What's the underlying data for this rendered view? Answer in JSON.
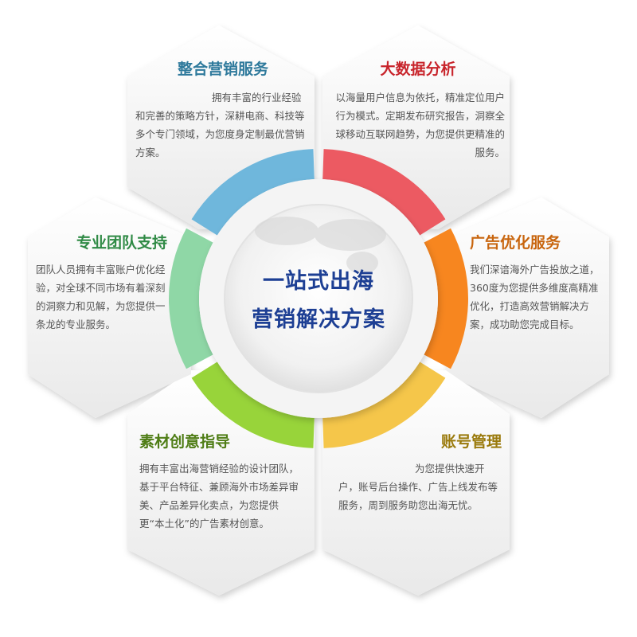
{
  "center": {
    "line1": "一站式出海",
    "line2": "营销解决方案"
  },
  "segments": [
    {
      "id": "integrated-marketing",
      "title": "整合营销服务",
      "color": "#2f7a9c",
      "arc_color": "#6fb7dc",
      "text": "拥有丰富的行业经验和完善的策略方针，深耕电商、科技等多个专门领域，为您度身定制最优营销方案。"
    },
    {
      "id": "big-data",
      "title": "大数据分析",
      "color": "#c8242b",
      "arc_color": "#ec5a62",
      "text": "以海量用户信息为依托，精准定位用户行为模式。定期发布研究报告，洞察全球移动互联网趋势，为您提供更精准的服务。"
    },
    {
      "id": "ad-optimization",
      "title": "广告优化服务",
      "color": "#c8650e",
      "arc_color": "#f7861f",
      "text": "我们深谙海外广告投放之道，360度为您提供多维度高精准优化，打造高效营销解决方案，成功助您完成目标。"
    },
    {
      "id": "account-management",
      "title": "账号管理",
      "color": "#9a7a0c",
      "arc_color": "#f5c64a",
      "text": "为您提供快速开户，账号后台操作、广告上线发布等服务，周到服务助您出海无忧。"
    },
    {
      "id": "creative-guidance",
      "title": "素材创意指导",
      "color": "#4f7d16",
      "arc_color": "#98d43a",
      "text": "拥有丰富出海营销经验的设计团队，基于平台特征、兼顾海外市场差异审美、产品差异化卖点，为您提供更“本土化”的广告素材创意。"
    },
    {
      "id": "team-support",
      "title": "专业团队支持",
      "color": "#2f8a45",
      "arc_color": "#8fd7a6",
      "text": "团队人员拥有丰富账户优化经验，对全球不同市场有着深刻的洞察力和见解，为您提供一条龙的专业服务。"
    }
  ]
}
